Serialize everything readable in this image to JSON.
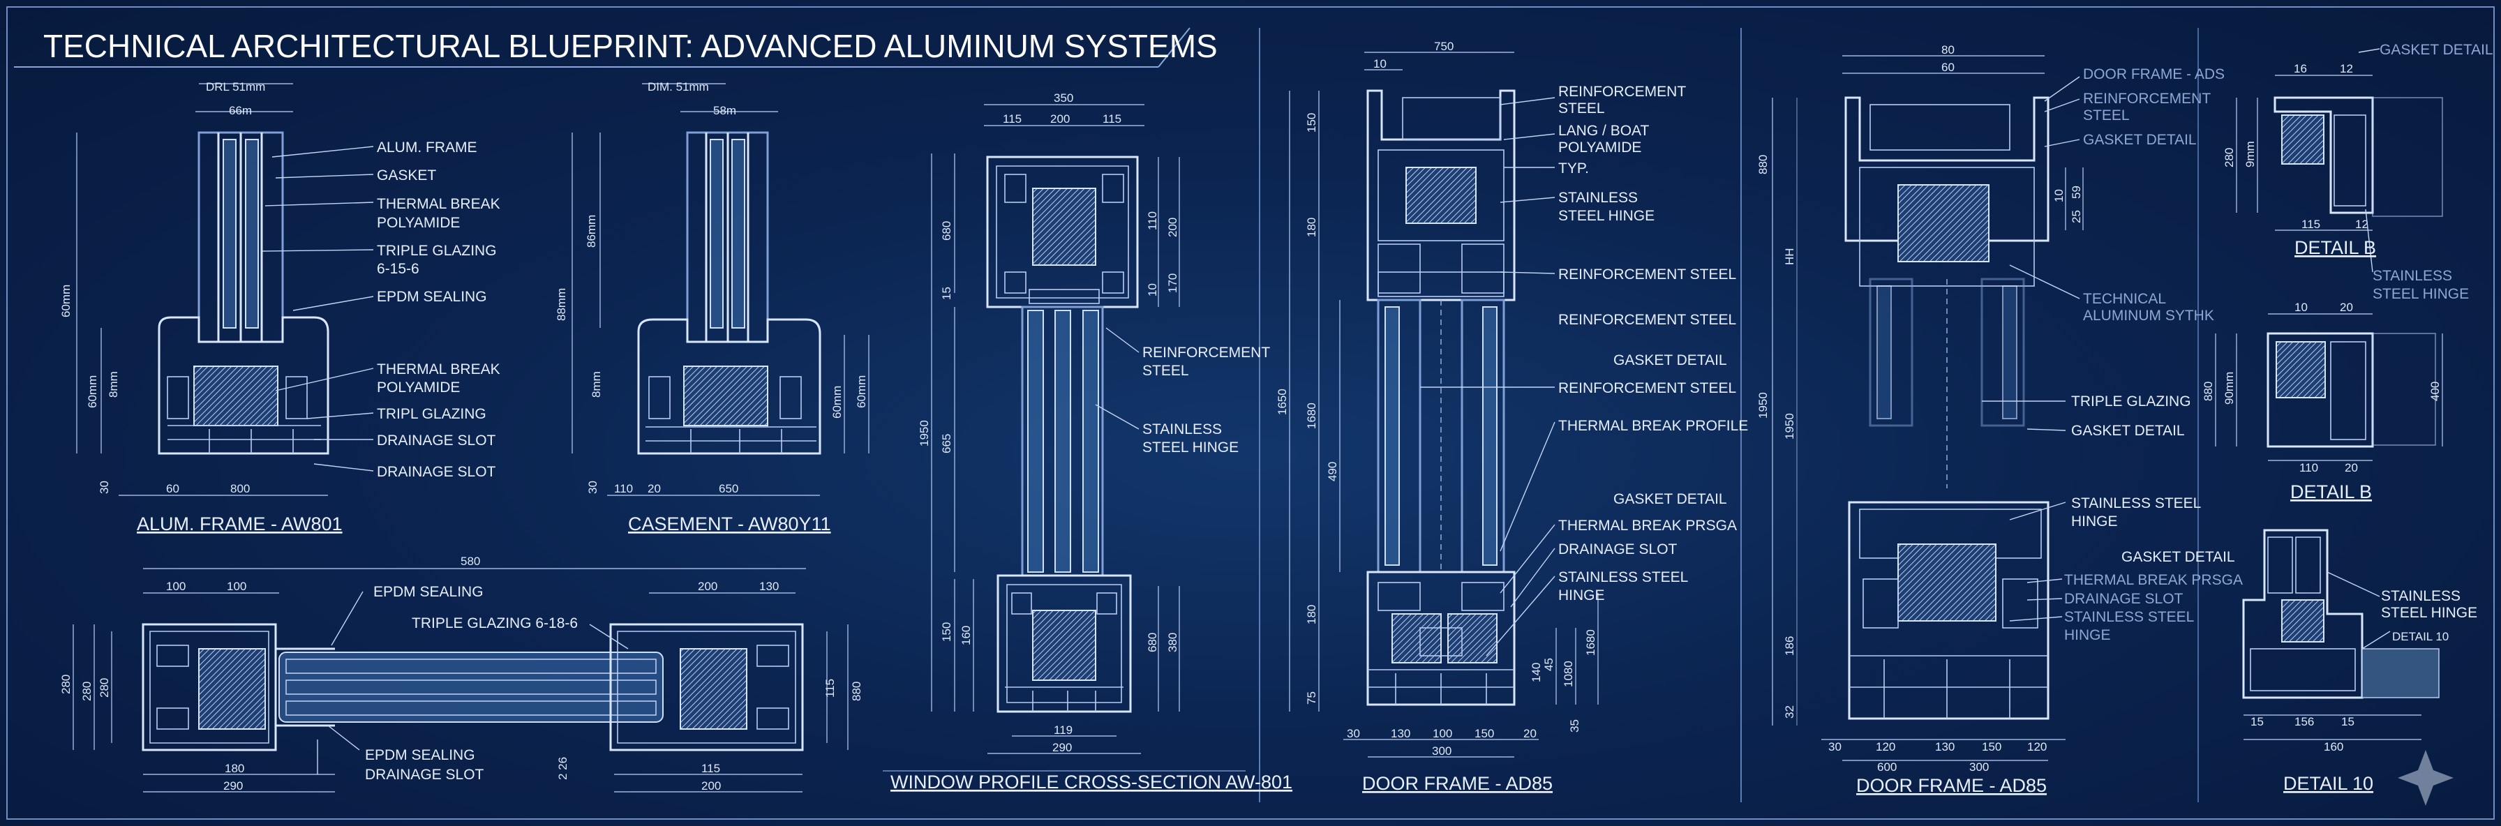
{
  "title": "TECHNICAL ARCHITECTURAL BLUEPRINT: ADVANCED ALUMINUM SYSTEMS",
  "panels": {
    "p1": {
      "caption": "ALUM. FRAME - AW801",
      "top_dims": [
        "DRL 51mm",
        "66m"
      ],
      "side_dims": [
        "60mm",
        "60mm",
        "8mm",
        "30"
      ],
      "bottom_dims": [
        "60",
        "800"
      ],
      "labels": [
        "ALUM. FRAME",
        "GASKET",
        "THERMAL BREAK",
        "POLYAMIDE",
        "TRIPLE GLAZING",
        "6-15-6",
        "EPDM SEALING",
        "THERMAL BREAK",
        "POLYAMIDE",
        "TRIPL GLAZING",
        "DRAINAGE SLOT",
        "DRAINAGE SLOT"
      ]
    },
    "p2": {
      "caption": "CASEMENT - AW80Y11",
      "top_dims": [
        "DIM. 51mm",
        "58m"
      ],
      "side_dims": [
        "86mm",
        "88mm",
        "8mm",
        "30"
      ],
      "right_dims": [
        "60mm",
        "60mm"
      ],
      "bottom_dims": [
        "110",
        "20",
        "650"
      ]
    },
    "p3": {
      "top_dims": [
        "580",
        "100",
        "100",
        "200",
        "130"
      ],
      "side_dims": [
        "280",
        "280",
        "280"
      ],
      "right_dims": [
        "115",
        "880"
      ],
      "bottom_dims": [
        "180",
        "290",
        "2 26",
        "115",
        "200"
      ],
      "labels": [
        "EPDM SEALING",
        "TRIPLE GLAZING 6-18-6",
        "EPDM SEALING",
        "DRAINAGE SLOT"
      ]
    },
    "p4": {
      "caption": "WINDOW PROFILE CROSS-SECTION AW-801",
      "top_dims": [
        "350",
        "115",
        "200",
        "115"
      ],
      "left_dims": [
        "680",
        "15",
        "1950",
        "665",
        "150",
        "160"
      ],
      "right_dims": [
        "110",
        "200",
        "170",
        "10",
        "680",
        "380"
      ],
      "bottom_dims": [
        "119",
        "290"
      ],
      "labels": [
        "REINFORCEMENT",
        "STEEL",
        "STAINLESS",
        "STEEL HINGE"
      ]
    },
    "p5": {
      "caption": "DOOR FRAME - AD85",
      "top_dims": [
        "750",
        "10"
      ],
      "left_dims": [
        "150",
        "180",
        "1650",
        "1680",
        "490",
        "180",
        "75"
      ],
      "right_dims": [
        "45",
        "1080",
        "140",
        "1680",
        "35"
      ],
      "bottom_dims": [
        "30",
        "130",
        "100",
        "150",
        "20",
        "300"
      ],
      "labels": [
        "REINFORCEMENT",
        "STEEL",
        "LANG / BOAT",
        "POLYAMIDE",
        "TYP.",
        "STAINLESS",
        "STEEL HINGE",
        "REINFORCEMENT STEEL",
        "REINFORCEMENT STEEL",
        "GASKET DETAIL",
        "REINFORCEMENT STEEL",
        "THERMAL BREAK PROFILE",
        "GASKET DETAIL",
        "THERMAL BREAK PRSGA",
        "DRAINAGE SLOT",
        "STAINLESS STEEL",
        "HINGE"
      ]
    },
    "p6": {
      "caption": "DOOR FRAME - AD85",
      "top_dims": [
        "80",
        "60"
      ],
      "left_dims": [
        "880",
        "HH",
        "1950",
        "1950",
        "186",
        "32"
      ],
      "right_dims": [
        "10",
        "25",
        "59"
      ],
      "bottom_dims": [
        "30",
        "120",
        "130",
        "150",
        "120",
        "600",
        "300"
      ],
      "labels": [
        "DOOR FRAME - ADS",
        "REINFORCEMENT",
        "STEEL",
        "GASKET DETAIL",
        "TECHNICAL",
        "ALUMINUM SYTHK",
        "TRIPLE GLAZING",
        "GASKET DETAIL",
        "STAINLESS STEEL",
        "HINGE",
        "GASKET DETAIL",
        "THERMAL BREAK PRSGA",
        "DRAINAGE SLOT",
        "STAINLESS STEEL",
        "HINGE"
      ]
    },
    "detail_b1": {
      "caption": "DETAIL B",
      "dims": [
        "16",
        "12",
        "280",
        "9mm",
        "115",
        "12"
      ],
      "labels": [
        "GASKET DETAIL",
        "STAINLESS",
        "STEEL HINGE"
      ]
    },
    "detail_b2": {
      "caption": "DETAIL B",
      "dims": [
        "10",
        "20",
        "880",
        "90mm",
        "400",
        "110",
        "20"
      ]
    },
    "detail_10": {
      "caption": "DETAIL 10",
      "dims": [
        "15",
        "156",
        "15",
        "160"
      ],
      "labels": [
        "STAINLESS",
        "STEEL HINGE",
        "DETAIL 10"
      ]
    }
  }
}
